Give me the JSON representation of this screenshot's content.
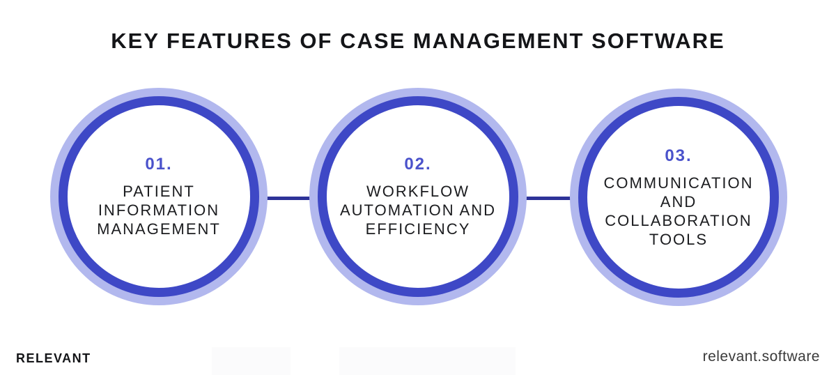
{
  "title": "KEY FEATURES OF CASE MANAGEMENT SOFTWARE",
  "features": [
    {
      "number": "01.",
      "lines": [
        "PATIENT",
        "INFORMATION",
        "MANAGEMENT"
      ]
    },
    {
      "number": "02.",
      "lines": [
        "WORKFLOW",
        "AUTOMATION AND",
        "EFFICIENCY"
      ]
    },
    {
      "number": "03.",
      "lines": [
        "COMMUNICATION",
        "AND",
        "COLLABORATION",
        "TOOLS"
      ]
    }
  ],
  "footer": {
    "brand": "RELEVANT",
    "website": "relevant.software"
  },
  "colors": {
    "title": "#141518",
    "text": "#1b1c1f",
    "ring": "#3e48c6",
    "halo": "#b2b8ee",
    "number": "#4a52cb",
    "connector": "#2e3398",
    "footer_text": "#3a3a3a"
  }
}
